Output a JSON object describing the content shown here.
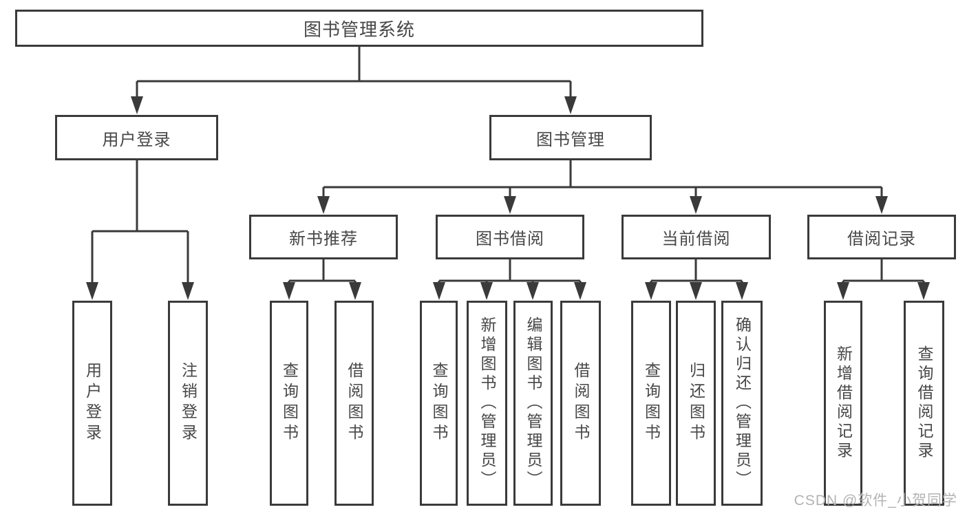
{
  "diagram": {
    "type": "tree",
    "root": {
      "label": "图书管理系统"
    },
    "level2": [
      {
        "label": "用户登录"
      },
      {
        "label": "图书管理"
      }
    ],
    "level3": [
      {
        "label": "新书推荐",
        "parent": "图书管理"
      },
      {
        "label": "图书借阅",
        "parent": "图书管理"
      },
      {
        "label": "当前借阅",
        "parent": "图书管理"
      },
      {
        "label": "借阅记录",
        "parent": "图书管理"
      }
    ],
    "leaves": [
      {
        "label": "用户登录",
        "parent": "用户登录"
      },
      {
        "label": "注销登录",
        "parent": "用户登录"
      },
      {
        "label": "查询图书",
        "parent": "新书推荐"
      },
      {
        "label": "借阅图书",
        "parent": "新书推荐"
      },
      {
        "label": "查询图书",
        "parent": "图书借阅"
      },
      {
        "label": "新增图书（管理员）",
        "parent": "图书借阅"
      },
      {
        "label": "编辑图书（管理员）",
        "parent": "图书借阅"
      },
      {
        "label": "借阅图书",
        "parent": "图书借阅"
      },
      {
        "label": "查询图书",
        "parent": "当前借阅"
      },
      {
        "label": "归还图书",
        "parent": "当前借阅"
      },
      {
        "label": "确认归还（管理员）",
        "parent": "当前借阅"
      },
      {
        "label": "新增借阅记录",
        "parent": "借阅记录"
      },
      {
        "label": "查询借阅记录",
        "parent": "借阅记录"
      }
    ],
    "colors": {
      "line": "#3a3a3a",
      "box_border": "#3a3a3a",
      "text": "#474747",
      "background": "#ffffff",
      "watermark": "#b3b3b3"
    }
  },
  "watermark": {
    "text": "CSDN @软件_小贺同学"
  }
}
